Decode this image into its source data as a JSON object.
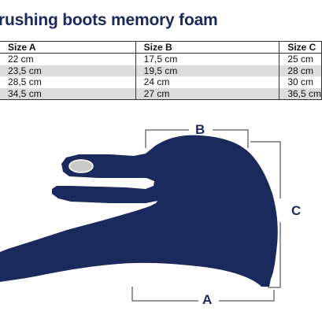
{
  "title": "rushing boots memory foam",
  "table": {
    "headers": [
      "Size A",
      "Size B",
      "Size C"
    ],
    "rows": [
      [
        "22 cm",
        "17,5 cm",
        "25 cm"
      ],
      [
        "23,5 cm",
        "19,5 cm",
        "28 cm"
      ],
      [
        "28,5 cm",
        "24 cm",
        "30 cm"
      ],
      [
        "34,5 cm",
        "27 cm",
        "36,5 cm"
      ]
    ]
  },
  "diagram": {
    "label_a": "A",
    "label_b": "B",
    "label_c": "C",
    "boot_color": "#1b2a5c",
    "line_color": "#333333"
  }
}
